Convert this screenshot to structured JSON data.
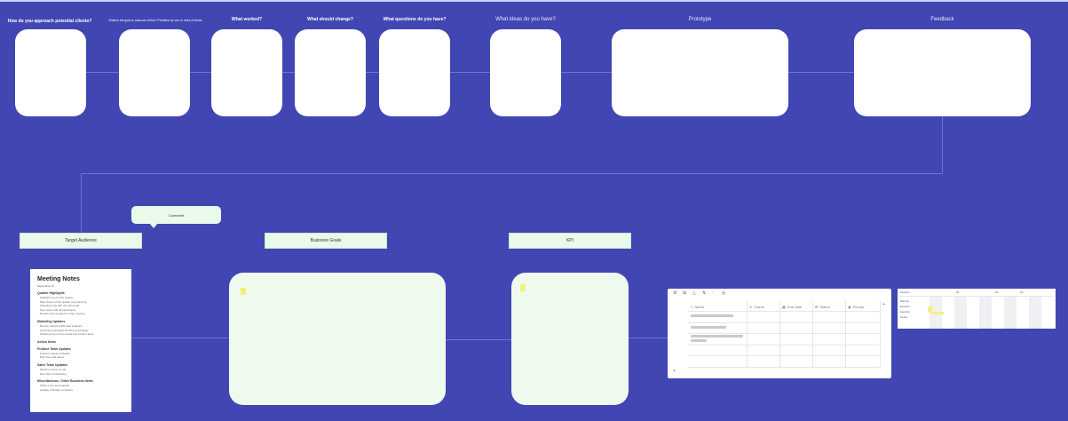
{
  "top_row": [
    {
      "heading": "How do you approach potential clients?",
      "light": false
    },
    {
      "heading": "What is the goal or outcome of this? Prioritize by one or more of these",
      "light": false
    },
    {
      "heading": "What worked?",
      "light": false
    },
    {
      "heading": "What should change?",
      "light": false
    },
    {
      "heading": "What questions do you have?",
      "light": false
    },
    {
      "heading": "What ideas do you have?",
      "light": true
    },
    {
      "heading": "Prototype",
      "light": true
    },
    {
      "heading": "Feedback",
      "light": true
    }
  ],
  "labels": {
    "target_audience": "Target Audience",
    "business_goals": "Business Goals",
    "kpi": "KPI"
  },
  "speech_bubble": "Comment",
  "meeting_notes": {
    "title": "Meeting Notes",
    "subtitle": "September 14",
    "sections": [
      {
        "heading": "Quarter Highlights",
        "lines": [
          "Highlight one for this quarter",
          "Main theme of the quarter and planning",
          "Schedule time with the team lead",
          "Next steps with all participants",
          "Review open issues from last meeting"
        ]
      },
      {
        "heading": "Marketing Updates",
        "lines": [
          "Review website traffic and analytics",
          "Upcoming campaign timeline and budget",
          "Follow-up items from social and content team"
        ]
      },
      {
        "heading": "Action Items",
        "lines": []
      },
      {
        "heading": "Product Team Updates",
        "lines": [
          "Feature release schedule",
          "Bug fixes and status"
        ]
      },
      {
        "heading": "Sales Team Updates",
        "lines": [
          "Pipeline review for Q4",
          "New client onboarding"
        ]
      },
      {
        "heading": "Miscellaneous / Other Business Items",
        "lines": [
          "Office move and logistics",
          "Holiday schedule reminders"
        ]
      }
    ]
  },
  "table1": {
    "toolbar_icons": [
      "⚙",
      "⊞",
      "△",
      "⇅",
      "↑",
      "◎"
    ],
    "columns": [
      {
        "icon": "≡",
        "label": "Name"
      },
      {
        "icon": "∗",
        "label": "Owner"
      },
      {
        "icon": "▦",
        "label": "Due date"
      },
      {
        "icon": "⊞",
        "label": "Status"
      },
      {
        "icon": "◉",
        "label": "Priority"
      }
    ],
    "add_row": "+",
    "add_column": "+"
  },
  "table2": {
    "header_labels": [
      "Overview",
      "Q1",
      "Q2",
      "Q3"
    ],
    "row_labels": [
      "Planning",
      "Research",
      "Execution",
      "Review"
    ]
  },
  "colors": {
    "background": "#4146b3",
    "card": "#ffffff",
    "panel_green": "#eefaee",
    "label_green": "#eafaea",
    "sticky_yellow": "#f6f07a"
  }
}
